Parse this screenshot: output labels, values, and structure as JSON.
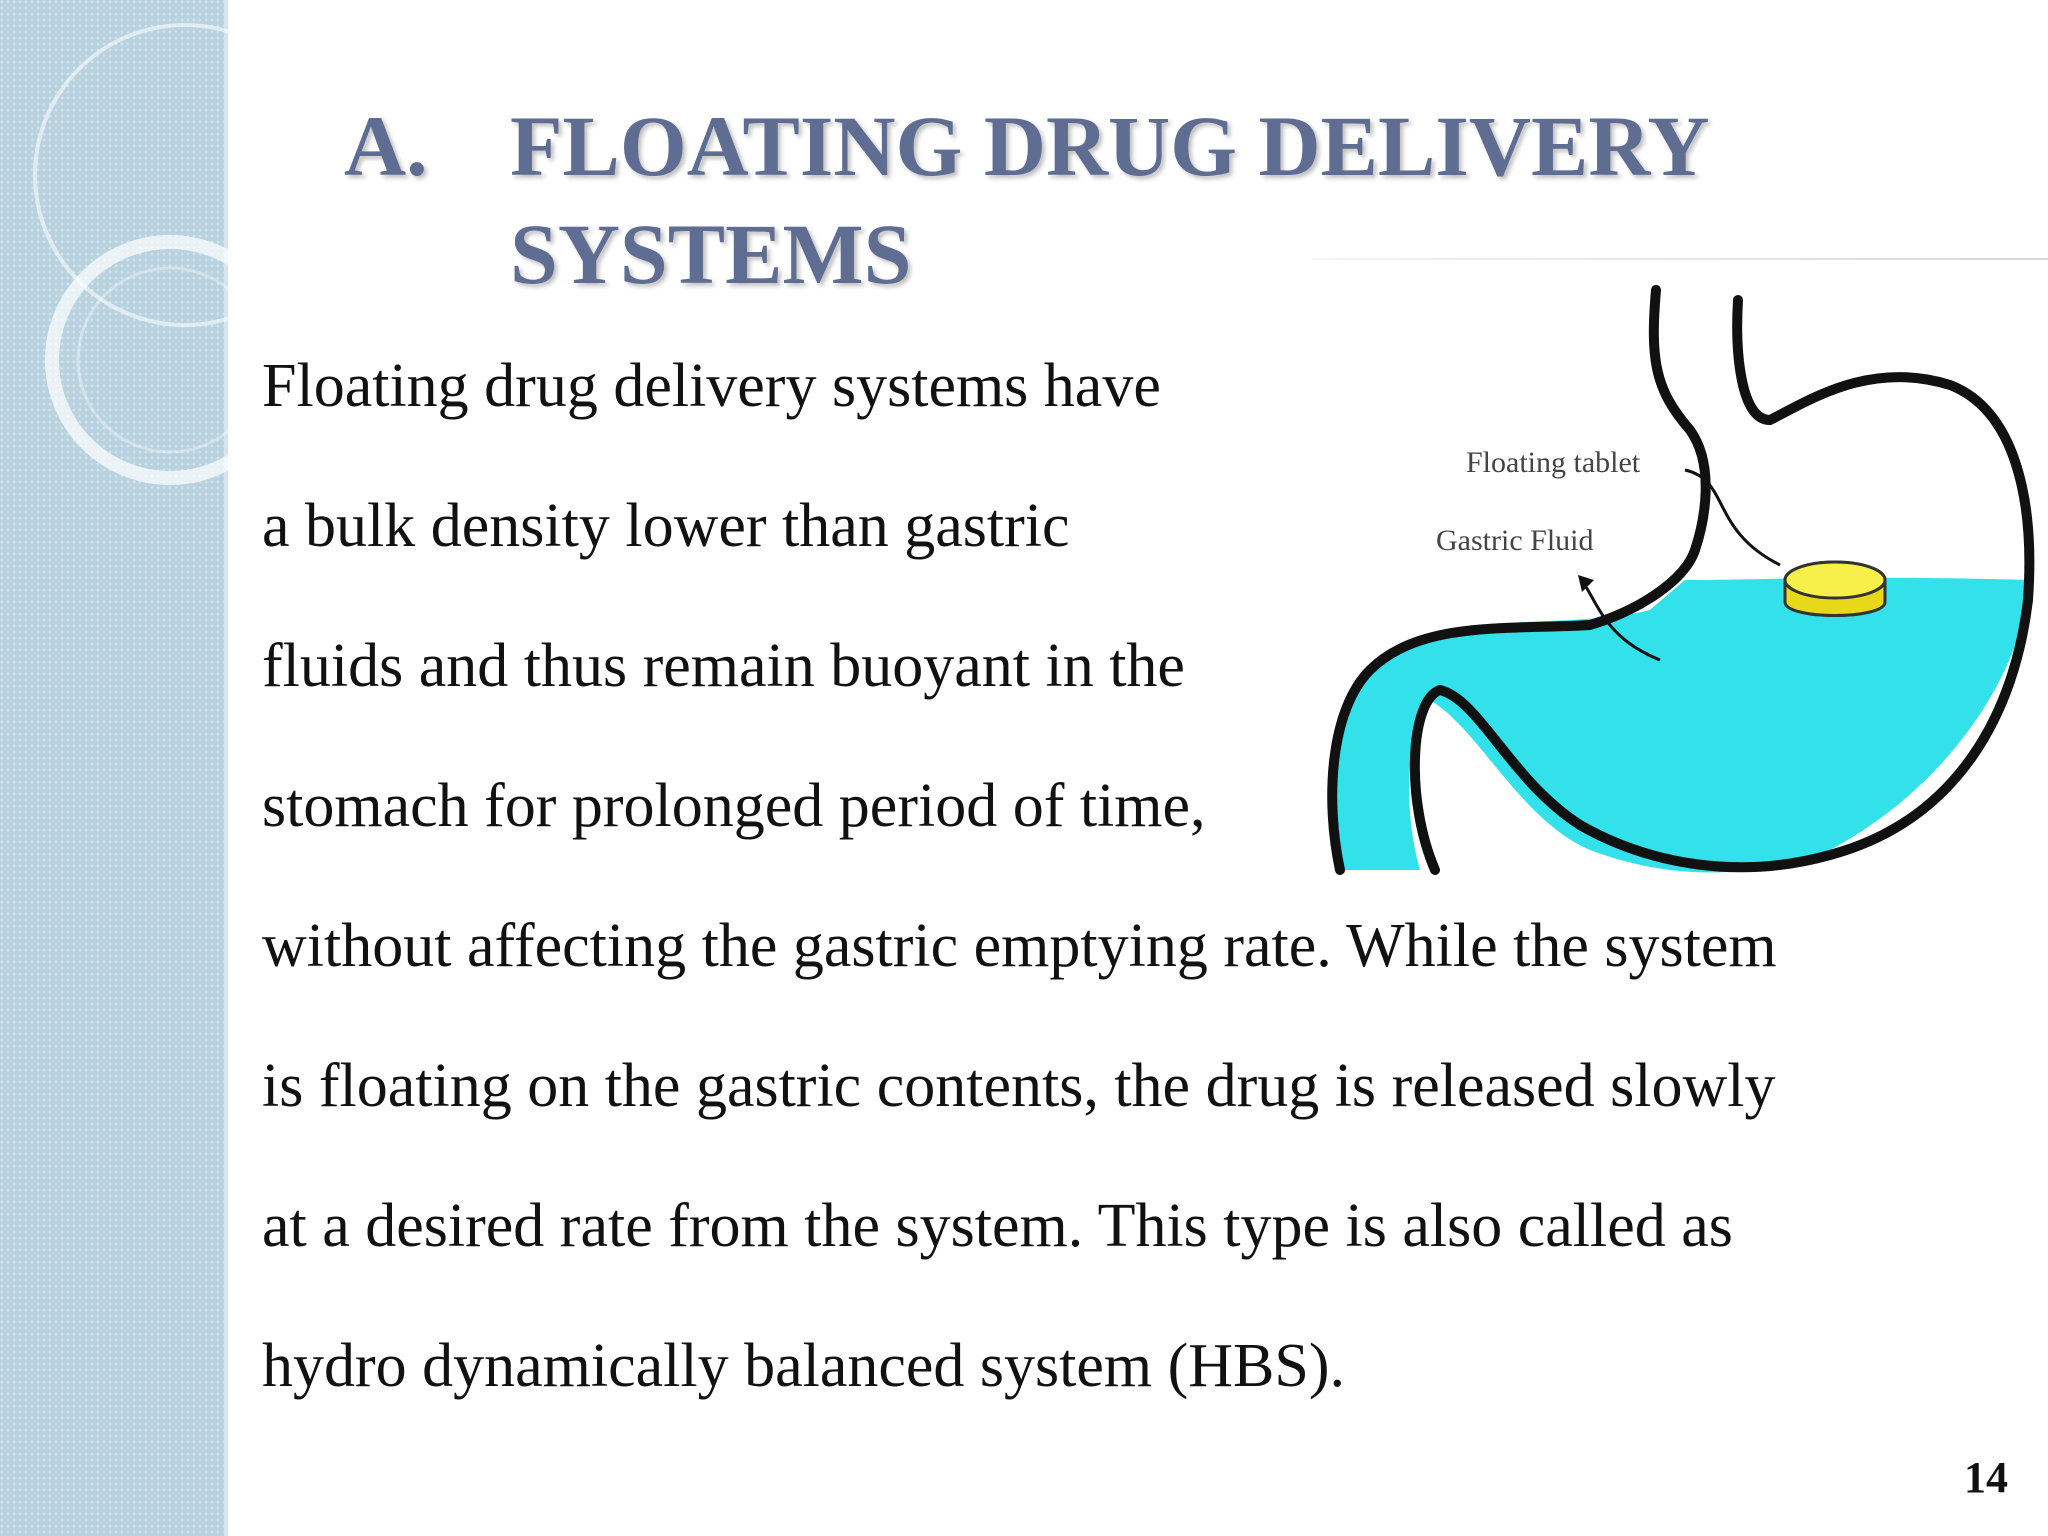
{
  "slide": {
    "title_label": "A.",
    "title_line1": "FLOATING DRUG DELIVERY",
    "title_line2": "SYSTEMS",
    "paragraph_lines": [
      "Floating drug delivery systems have",
      "a bulk density lower than gastric",
      "fluids and thus remain buoyant in the",
      "stomach for prolonged period of time,",
      "without affecting the gastric emptying rate. While the system",
      "is floating on the gastric contents, the drug is released slowly",
      "at a desired rate from the system. This type is also called as",
      "hydro dynamically balanced system (HBS)."
    ],
    "page_number": "14"
  },
  "figure": {
    "label_tablet": "Floating tablet",
    "label_fluid": "Gastric Fluid"
  },
  "colors": {
    "title": "#5e6d91",
    "sidebar": "#b9d2df",
    "fluid": "#33e1ea",
    "tablet": "#f4ea1e"
  }
}
